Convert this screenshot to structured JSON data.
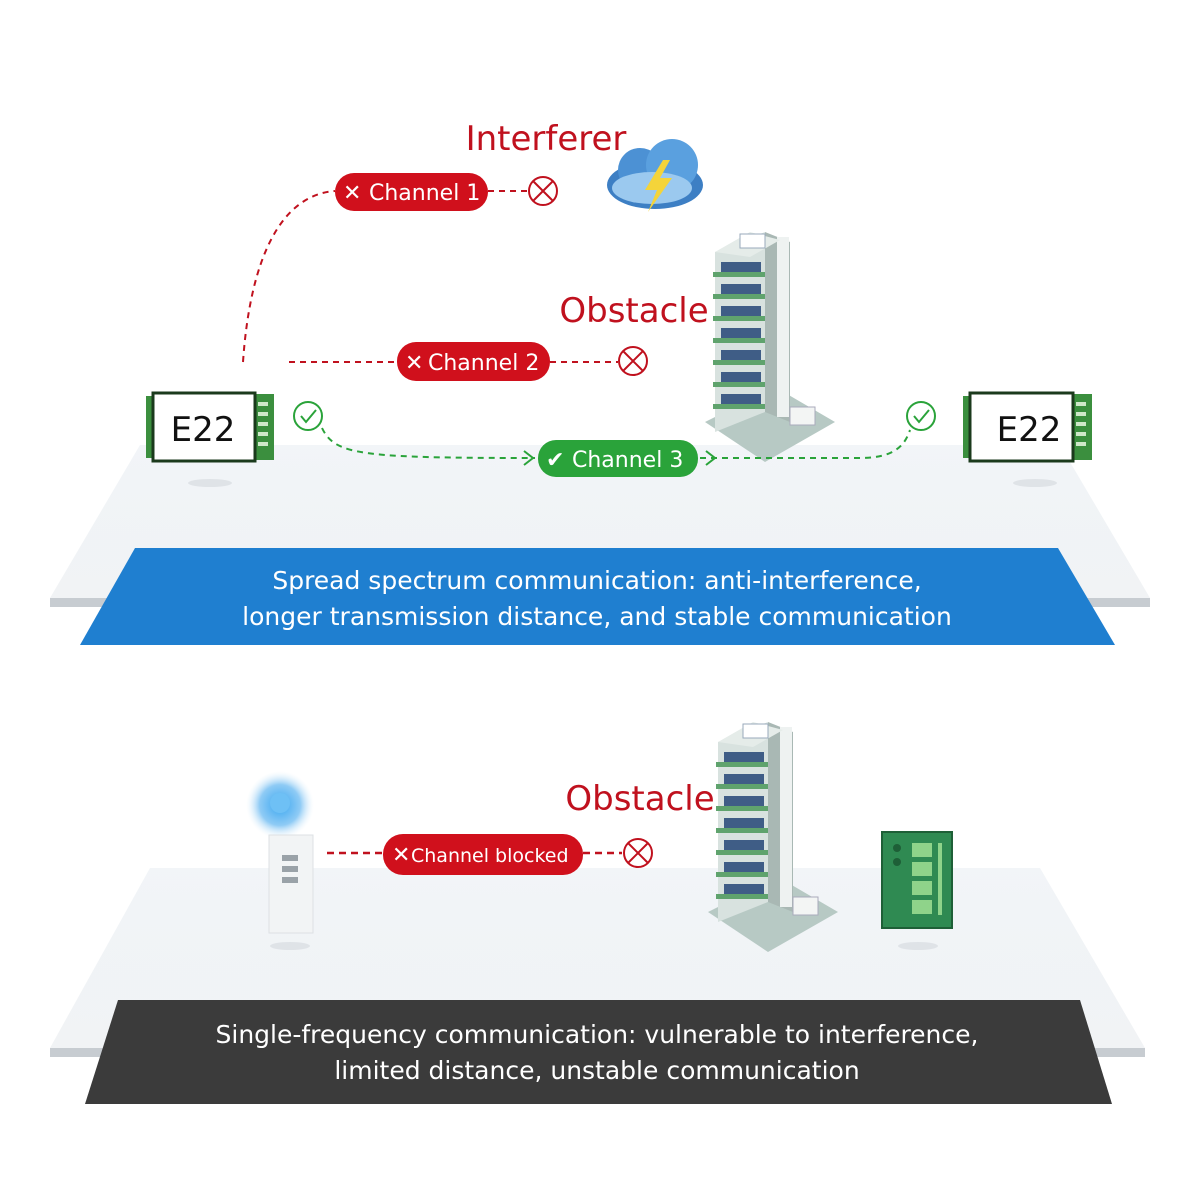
{
  "colors": {
    "red": "#d0101c",
    "green": "#2aa33a",
    "blue_banner": "#1f7fd0",
    "dark_banner": "#3b3b3b",
    "label_red": "#c0111e"
  },
  "top": {
    "interferer_label": "Interferer",
    "obstacle_label": "Obstacle",
    "module_left": "E22",
    "module_right": "E22",
    "channels": [
      {
        "label": "Channel 1",
        "status": "blocked",
        "icon": "x-icon"
      },
      {
        "label": "Channel 2",
        "status": "blocked",
        "icon": "x-icon"
      },
      {
        "label": "Channel 3",
        "status": "ok",
        "icon": "check-icon"
      }
    ],
    "banner": {
      "line1": "Spread spectrum communication: anti-interference,",
      "line2": "longer transmission distance, and stable communication"
    }
  },
  "bottom": {
    "obstacle_label": "Obstacle",
    "channel": {
      "label": "Channel blocked",
      "status": "blocked",
      "icon": "x-icon"
    },
    "banner": {
      "line1": "Single-frequency communication: vulnerable to interference,",
      "line2": "limited distance, unstable communication"
    }
  }
}
